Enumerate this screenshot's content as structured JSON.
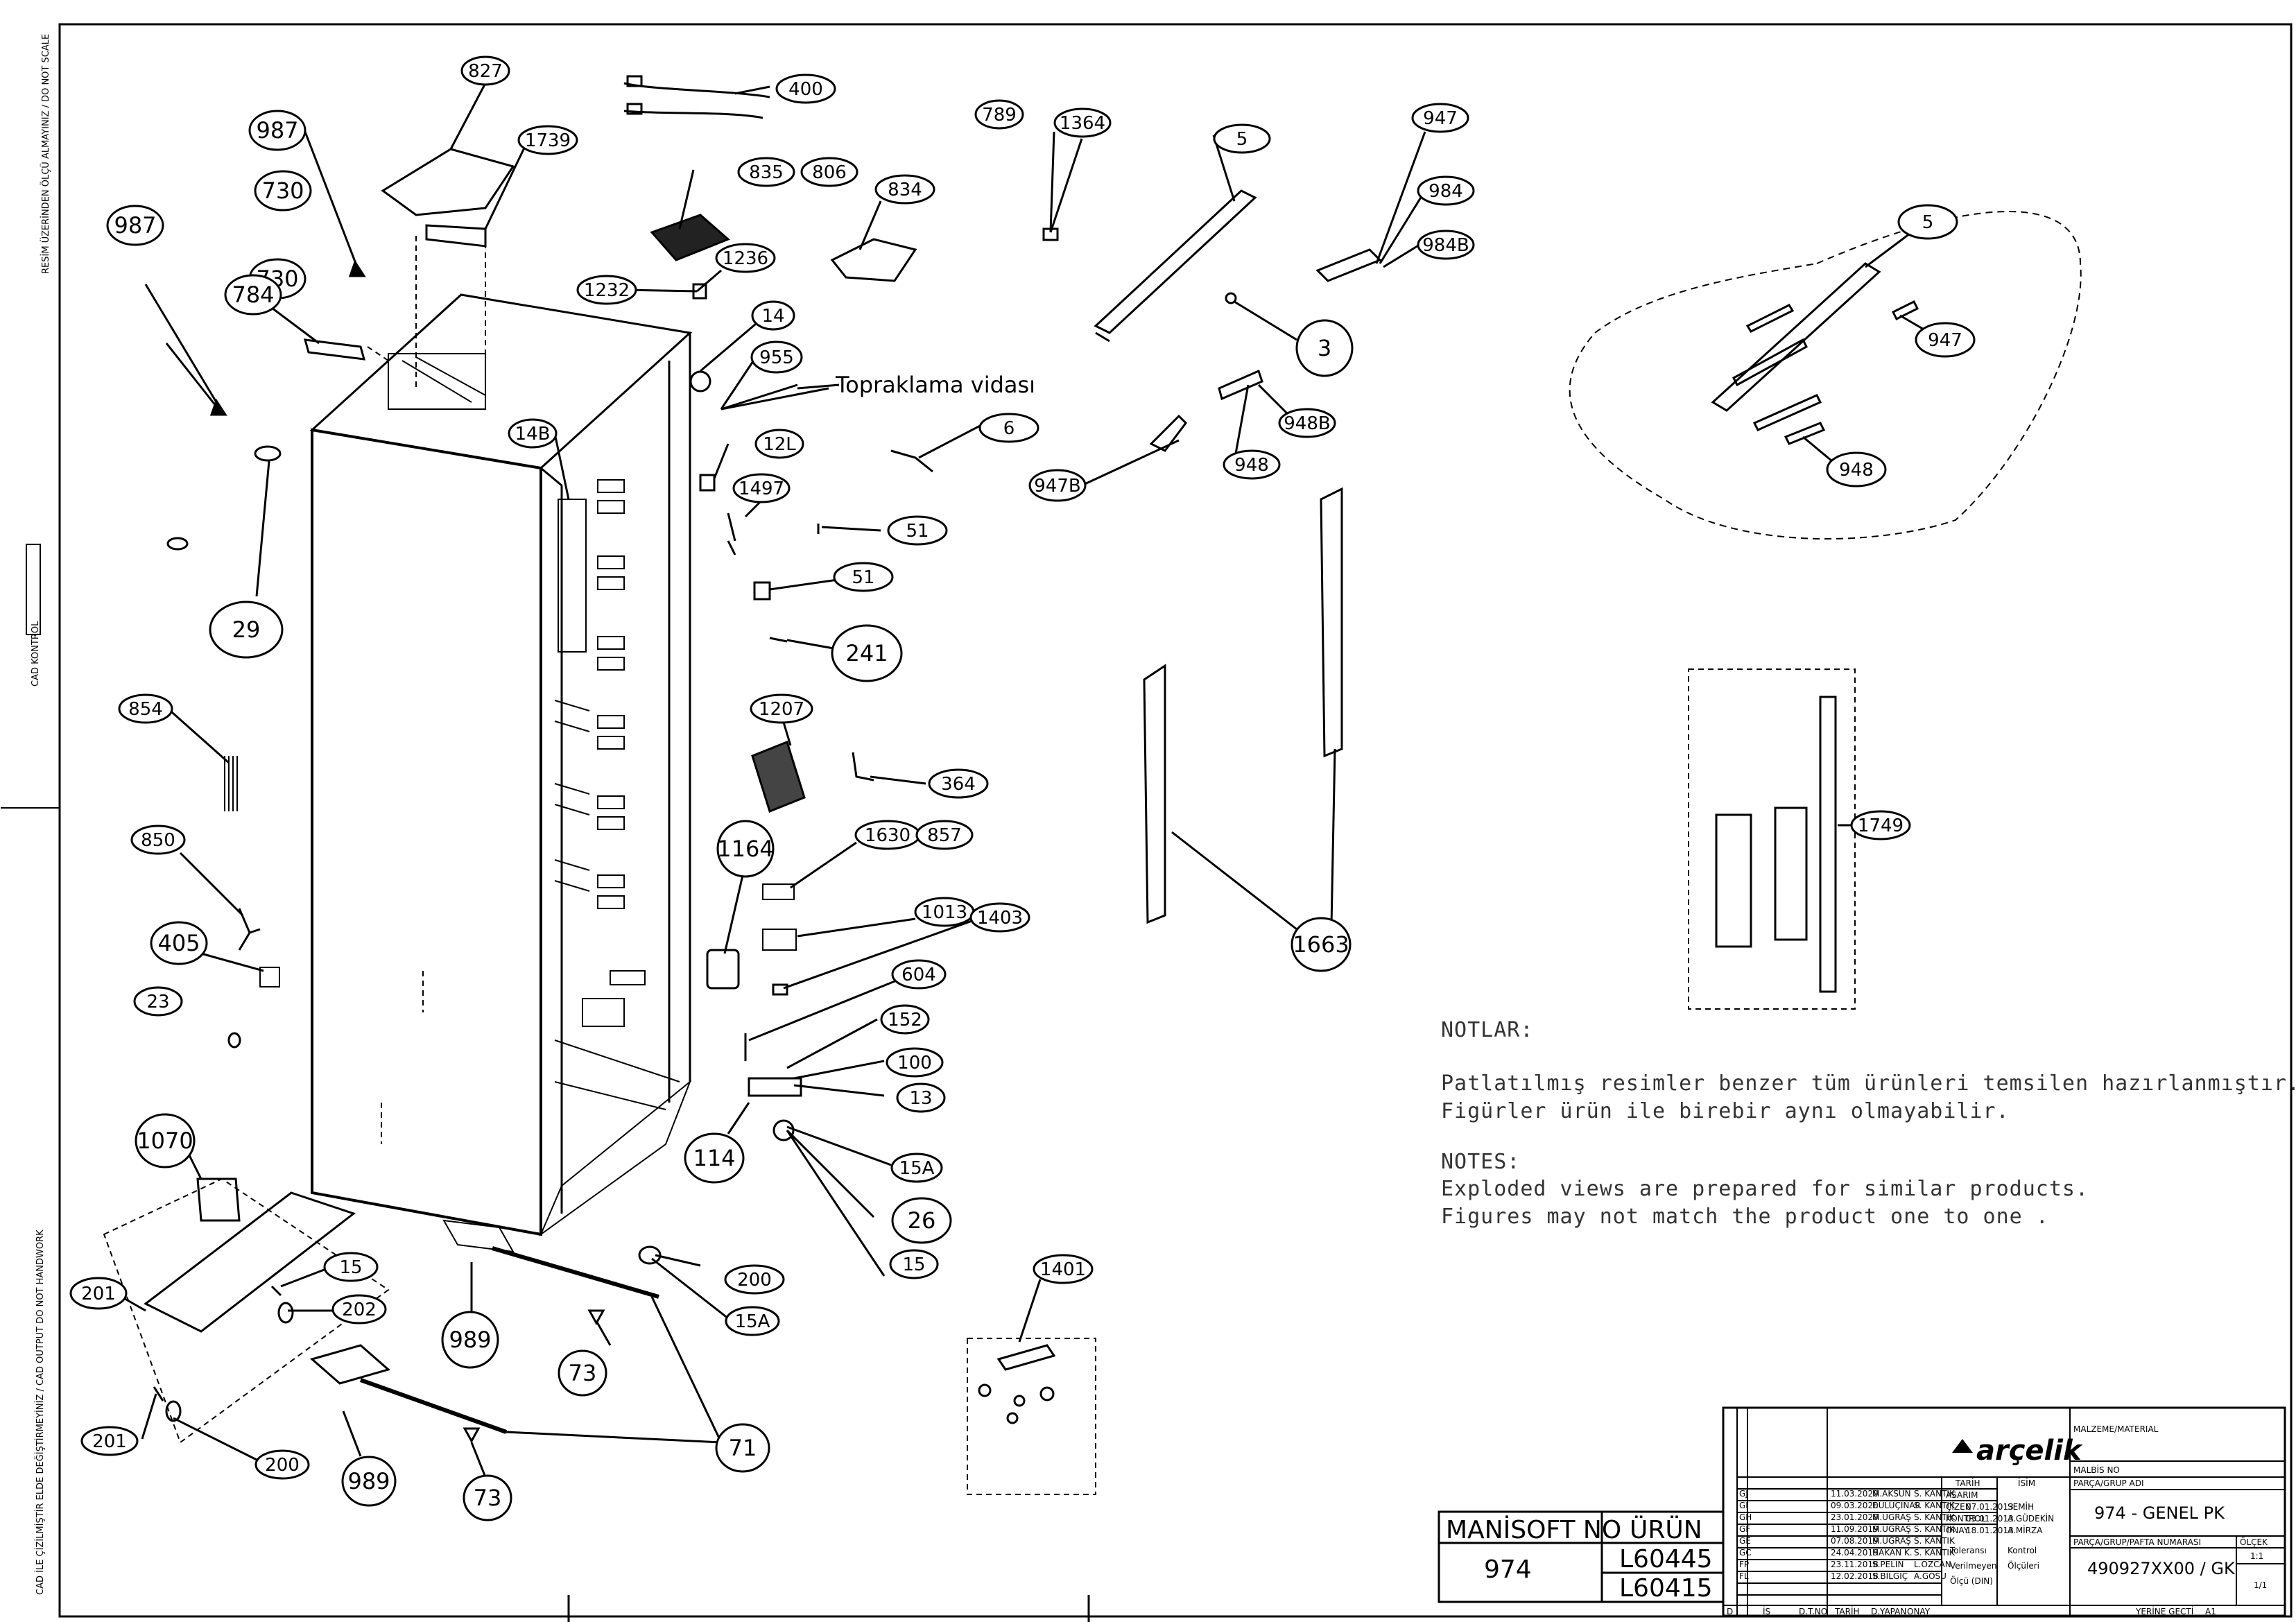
{
  "margin_notes": {
    "top": "RESİM ÜZERİNDEN ÖLÇÜ ALMAYINIZ / DO NOT SCALE",
    "middle": "CAD KONTROL",
    "bottom": "CAD İLE ÇİZİLMİŞTİR ELDE DEĞİŞTİRMEYİNİZ / CAD OUTPUT DO NOT HANDWORK"
  },
  "annotation": "Topraklama vidası",
  "parts": [
    {
      "label": "827"
    },
    {
      "label": "400"
    },
    {
      "label": "987"
    },
    {
      "label": "1739"
    },
    {
      "label": "730"
    },
    {
      "label": "835"
    },
    {
      "label": "806"
    },
    {
      "label": "834"
    },
    {
      "label": "730"
    },
    {
      "label": "987"
    },
    {
      "label": "784"
    },
    {
      "label": "1236"
    },
    {
      "label": "1232"
    },
    {
      "label": "14"
    },
    {
      "label": "955"
    },
    {
      "label": "14B"
    },
    {
      "label": "12L"
    },
    {
      "label": "29"
    },
    {
      "label": "1497"
    },
    {
      "label": "51"
    },
    {
      "label": "51"
    },
    {
      "label": "241"
    },
    {
      "label": "854"
    },
    {
      "label": "1207"
    },
    {
      "label": "364"
    },
    {
      "label": "850"
    },
    {
      "label": "1164"
    },
    {
      "label": "1630"
    },
    {
      "label": "857"
    },
    {
      "label": "405"
    },
    {
      "label": "1013"
    },
    {
      "label": "1403"
    },
    {
      "label": "23"
    },
    {
      "label": "604"
    },
    {
      "label": "152"
    },
    {
      "label": "100"
    },
    {
      "label": "13"
    },
    {
      "label": "1070"
    },
    {
      "label": "114"
    },
    {
      "label": "15A"
    },
    {
      "label": "26"
    },
    {
      "label": "15"
    },
    {
      "label": "15"
    },
    {
      "label": "201"
    },
    {
      "label": "202"
    },
    {
      "label": "200"
    },
    {
      "label": "15A"
    },
    {
      "label": "989"
    },
    {
      "label": "73"
    },
    {
      "label": "201"
    },
    {
      "label": "200"
    },
    {
      "label": "71"
    },
    {
      "label": "989"
    },
    {
      "label": "73"
    },
    {
      "label": "789"
    },
    {
      "label": "1364"
    },
    {
      "label": "5"
    },
    {
      "label": "947"
    },
    {
      "label": "984"
    },
    {
      "label": "984B"
    },
    {
      "label": "3"
    },
    {
      "label": "6"
    },
    {
      "label": "948B"
    },
    {
      "label": "947B"
    },
    {
      "label": "948"
    },
    {
      "label": "1663"
    },
    {
      "label": "1401"
    },
    {
      "label": "5"
    },
    {
      "label": "947"
    },
    {
      "label": "948"
    },
    {
      "label": "1749"
    }
  ],
  "notes": {
    "tr_heading": "NOTLAR:",
    "tr_line1": "Patlatılmış  resimler benzer tüm ürünleri temsilen  hazırlanmıştır.",
    "tr_line2": "Figürler ürün ile birebir aynı olmayabilir.",
    "en_heading": "NOTES:",
    "en_line1": "Exploded views are prepared for similar products.",
    "en_line2": "Figures  may not match the product one to one ."
  },
  "product_box": {
    "manisoft_label": "MANİSOFT NO",
    "urun_label": "ÜRÜN",
    "manisoft_value": "974",
    "urun_values": [
      "L60445",
      "L60415"
    ]
  },
  "title_block": {
    "brand": "arçelik",
    "material_label": "MALZEME/MATERIAL",
    "malbis_label": "MALBİS NO",
    "group_label": "PARÇA/GRUP ADI",
    "group_name": "974 - GENEL PK",
    "part_no_label": "PARÇA/GRUP/PAFTA NUMARASI",
    "part_no": "490927XX00 / GK",
    "scale_label": "ÖLÇEK",
    "scale": "1:1",
    "sheet": "1/1",
    "yerine_label": "YERİNE GEÇTİ",
    "size": "A1",
    "revisions": [
      {
        "rev": "GJ",
        "date": "11.03.2020",
        "name": "M.AKSUN",
        "dept": "S. KANTIK"
      },
      {
        "rev": "GI",
        "date": "09.03.2020",
        "name": "F.ULUÇINAR",
        "dept": "S. KANTIK"
      },
      {
        "rev": "GH",
        "date": "23.01.2020",
        "name": "M.UĞRAŞ",
        "dept": "S. KANTIK"
      },
      {
        "rev": "GF",
        "date": "11.09.2019",
        "name": "M.UĞRAŞ",
        "dept": "S. KANTIK"
      },
      {
        "rev": "GE",
        "date": "07.08.2019",
        "name": "M.UĞRAŞ",
        "dept": "S. KANTIK"
      },
      {
        "rev": "GC",
        "date": "24.04.2019",
        "name": "HAKAN K.",
        "dept": "S. KANTIK"
      },
      {
        "rev": "FP",
        "date": "23.11.2018",
        "name": "S.PELİN",
        "dept": "L.ÖZCAN"
      },
      {
        "rev": "FL",
        "date": "12.02.2018",
        "name": "S.BİLGİÇ",
        "dept": "A.GÖSU"
      }
    ],
    "rev_footer": [
      "D",
      "İŞ",
      "D.T.NO",
      "TARİH",
      "D.YAPAN",
      "ONAY"
    ],
    "approvals": [
      {
        "role": "ASARIM",
        "date": "",
        "name": ""
      },
      {
        "role": "ÇİZEN",
        "date": "07.01.2013",
        "name": "SEMİH"
      },
      {
        "role": "KONTROL",
        "date": "03.01.2013",
        "name": "A.GÜDEKİN"
      },
      {
        "role": "ONAY",
        "date": "18.01.2013",
        "name": "A.MİRZA"
      }
    ],
    "approval_headers": [
      "TARİH",
      "İSİM"
    ],
    "tolerance": [
      "Toleransı",
      "Verilmeyen",
      "Ölçü (DIN)"
    ],
    "control": [
      "Kontrol",
      "Ölçüleri"
    ]
  }
}
